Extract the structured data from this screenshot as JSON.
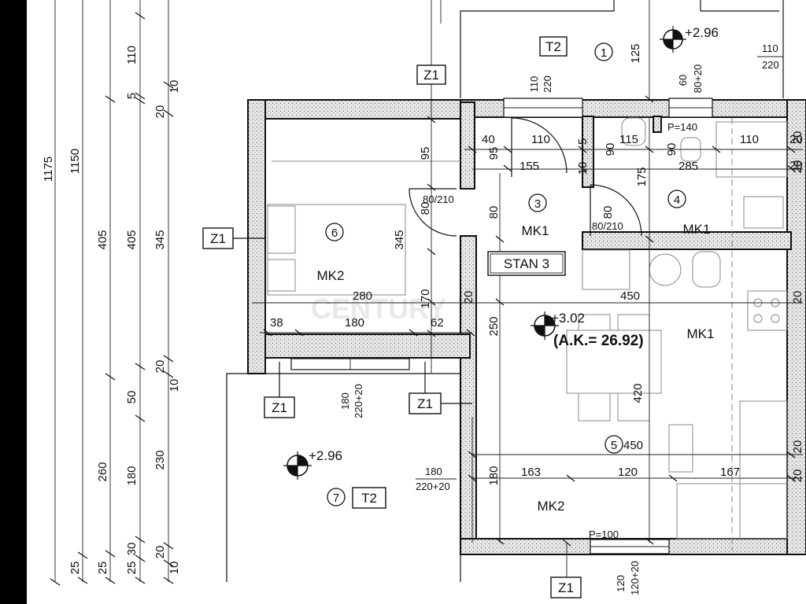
{
  "vertical_dims": {
    "total_1175": "1175",
    "total_1150": "1150",
    "d_110": "110",
    "d_5": "5",
    "d_20a": "20",
    "d_10a": "10",
    "d_405a": "405",
    "d_405b": "405",
    "d_345a": "345",
    "d_20b": "20",
    "d_10b": "10",
    "d_50": "50",
    "d_260": "260",
    "d_180a": "180",
    "d_230": "230",
    "d_25a": "25",
    "d_25b": "25",
    "d_25c": "25",
    "d_30": "30",
    "d_20c": "20",
    "d_10c": "10"
  },
  "rooms": {
    "r1": {
      "num": "1",
      "tag": "T2",
      "elev": "+2.96"
    },
    "r3": {
      "num": "3",
      "tag": "MK1"
    },
    "r4": {
      "num": "4",
      "tag": "MK1"
    },
    "r5": {
      "num": "5",
      "tag_mk1": "MK1",
      "tag_mk2": "MK2",
      "elev": "+3.02",
      "area": "(A.K.= 26.92)"
    },
    "r6": {
      "num": "6",
      "tag": "MK2"
    },
    "r7": {
      "num": "7",
      "tag": "T2",
      "elev": "+2.96"
    },
    "stan": "STAN 3"
  },
  "zones": {
    "z1": "Z1"
  },
  "dims": {
    "d125": "125",
    "d110_220": "110\n220",
    "d110": "110",
    "d220": "220",
    "d60": "60",
    "d80_20": "80+20",
    "p140": "P=140",
    "d110r": "110",
    "d220r": "220",
    "d40": "40",
    "d95a": "95",
    "d95b": "95",
    "d155": "155",
    "d115": "115",
    "d90": "90",
    "d285": "285",
    "d175": "175",
    "d110b": "110",
    "d5": "5",
    "d10": "10",
    "d80a": "80",
    "d80b": "80",
    "d80c": "80",
    "d80_210a": "80/210",
    "d80_210b": "80/210",
    "d345": "345",
    "d170": "170",
    "d280": "280",
    "d450a": "450",
    "d450b": "450",
    "d38": "38",
    "d180": "180",
    "d62": "62",
    "d250": "250",
    "d420": "420",
    "d180b": "180",
    "d220_20a": "220+20",
    "d180c": "180",
    "d220_20b": "220+20",
    "d180d": "180",
    "d163": "163",
    "d120": "120",
    "d167": "167",
    "p100": "P=100",
    "d120b": "120",
    "d120_20": "120+20",
    "d20s": "20",
    "d20t": "20",
    "d20u": "20",
    "d20v": "20",
    "d20w": "20",
    "d20x": "20",
    "d20y": "20",
    "d20z": "20",
    "d90b": "90"
  },
  "watermark": "CENTURY"
}
